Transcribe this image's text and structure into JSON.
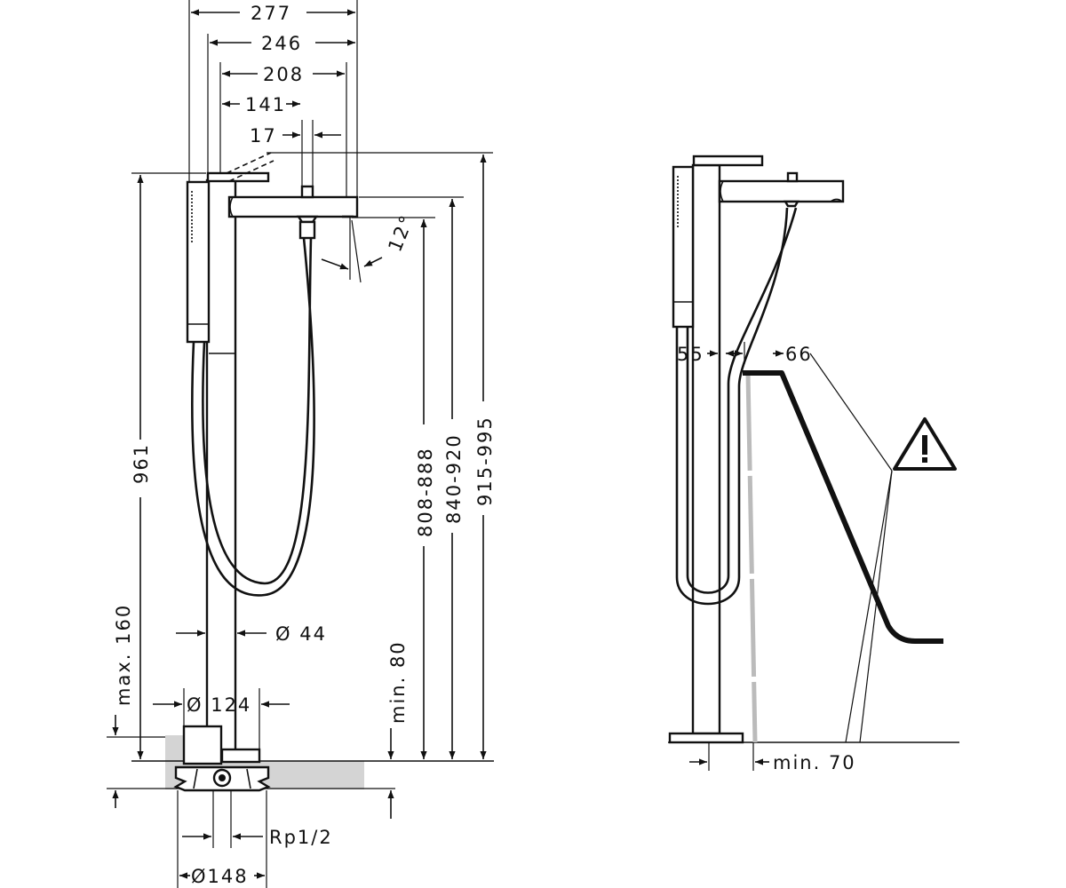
{
  "dimensions": {
    "width_277": "277",
    "width_246": "246",
    "width_208": "208",
    "width_141": "141",
    "width_17": "17",
    "angle_12": "12°",
    "height_961": "961",
    "height_max160": "max. 160",
    "height_808_888": "808-888",
    "height_840_920": "840-920",
    "height_915_995": "915-995",
    "height_min80": "min. 80",
    "diameter_44": "Ø 44",
    "diameter_124": "Ø 124",
    "diameter_148": "Ø148",
    "thread_rp12": "Rp1/2",
    "offset_55": "55",
    "offset_66": "66",
    "clearance_min70": "min. 70"
  },
  "icons": {
    "warning": "warning-triangle-icon"
  },
  "colors": {
    "line": "#111111",
    "floor": "#d4d4d4",
    "tub_wall_hidden": "#bbbbbb"
  }
}
